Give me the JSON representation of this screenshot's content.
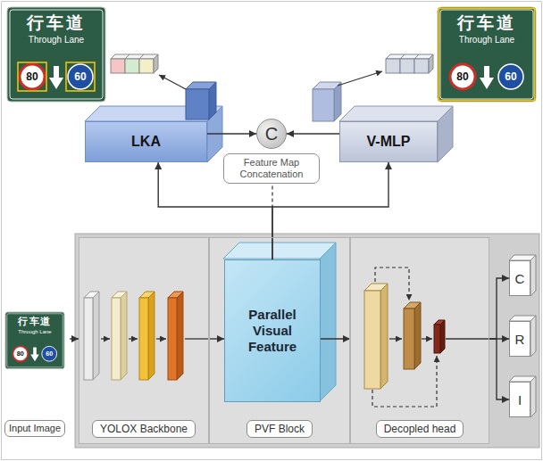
{
  "diagram": {
    "nodes": [
      {
        "text": [
          "LKA"
        ]
      },
      {
        "text": [
          "C"
        ]
      },
      {
        "text": [
          "Feature Map Concatenation"
        ]
      },
      {
        "text": [
          "V-MLP"
        ]
      },
      {
        "text": [
          "Input Image"
        ]
      },
      {
        "text": [
          "YOLOX Backbone"
        ]
      },
      {
        "text": [
          "PVF Block"
        ]
      },
      {
        "text": [
          "Parallel Visual Feature"
        ],
        "in": 6
      },
      {
        "text": [
          "Decopled head"
        ]
      },
      {
        "text": [
          "C"
        ]
      },
      {
        "text": [
          "R"
        ]
      },
      {
        "text": [
          "I"
        ]
      }
    ],
    "edges": [
      {
        "from": 0,
        "to": 1,
        "arrow": "to"
      },
      {
        "from": 3,
        "to": 1,
        "arrow": "to"
      },
      {
        "from": 7,
        "to": 0,
        "arrow": "to"
      },
      {
        "from": 7,
        "to": 3,
        "arrow": "to"
      },
      {
        "from": 4,
        "to": 5,
        "arrow": "to"
      },
      {
        "from": 5,
        "to": 7,
        "arrow": "to"
      },
      {
        "from": 7,
        "to": 8,
        "arrow": "to"
      },
      {
        "from": 8,
        "to": 9,
        "arrow": "to"
      },
      {
        "from": 8,
        "to": 10,
        "arrow": "to"
      },
      {
        "from": 8,
        "to": 11,
        "arrow": "to"
      }
    ],
    "labels": [
      "行车道",
      "Through Lane",
      "80",
      "60",
      "行车道",
      "Through Lane",
      "80",
      "60",
      "行车道",
      "Through Lane",
      "80",
      "60"
    ]
  }
}
